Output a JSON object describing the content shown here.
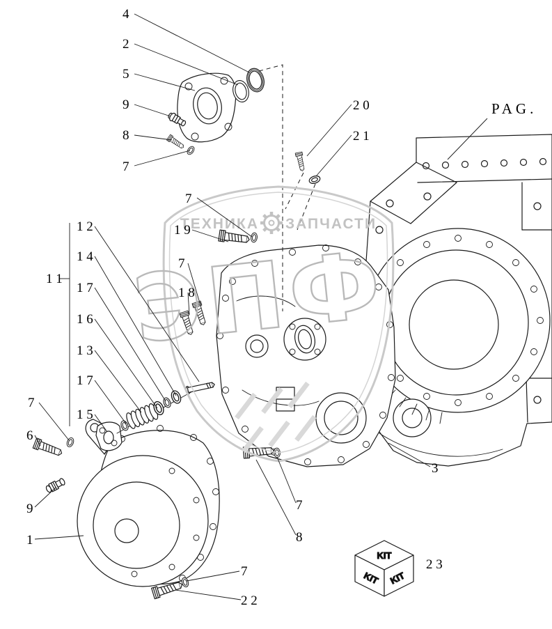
{
  "colors": {
    "ink": "#1a1a1a",
    "watermark": "#c2c2c2",
    "watermark_light": "#d9d9d9"
  },
  "page_ref": {
    "label": "PAG."
  },
  "kit": {
    "top": "KIT",
    "left": "KIT",
    "right": "KIT"
  },
  "watermark": {
    "brand_left": "ТЕХНИКА",
    "brand_right": "ЗАПЧАСТИ",
    "big": "ЭПФ"
  },
  "callouts": [
    {
      "id": "c4",
      "label": "4"
    },
    {
      "id": "c2",
      "label": "2"
    },
    {
      "id": "c5",
      "label": "5"
    },
    {
      "id": "c9a",
      "label": "9"
    },
    {
      "id": "c8a",
      "label": "8"
    },
    {
      "id": "c7-top",
      "label": "7"
    },
    {
      "id": "c20",
      "label": "2 0"
    },
    {
      "id": "c21",
      "label": "2 1"
    },
    {
      "id": "c7-19",
      "label": "7"
    },
    {
      "id": "c19",
      "label": "1 9"
    },
    {
      "id": "c12",
      "label": "1 2"
    },
    {
      "id": "c14",
      "label": "1 4"
    },
    {
      "id": "c7-18",
      "label": "7"
    },
    {
      "id": "c11",
      "label": "1 1"
    },
    {
      "id": "c17a",
      "label": "1 7"
    },
    {
      "id": "c18",
      "label": "1 8"
    },
    {
      "id": "c16",
      "label": "1 6"
    },
    {
      "id": "c13",
      "label": "1 3"
    },
    {
      "id": "c17b",
      "label": "1 7"
    },
    {
      "id": "c7-6",
      "label": "7"
    },
    {
      "id": "c15",
      "label": "1 5"
    },
    {
      "id": "c6",
      "label": "6"
    },
    {
      "id": "c9b",
      "label": "9"
    },
    {
      "id": "c1",
      "label": "1"
    },
    {
      "id": "c3",
      "label": "3"
    },
    {
      "id": "c7-right",
      "label": "7"
    },
    {
      "id": "c8b",
      "label": "8"
    },
    {
      "id": "c7-bottom",
      "label": "7"
    },
    {
      "id": "c22",
      "label": "2 2"
    },
    {
      "id": "c23",
      "label": "2 3"
    }
  ]
}
